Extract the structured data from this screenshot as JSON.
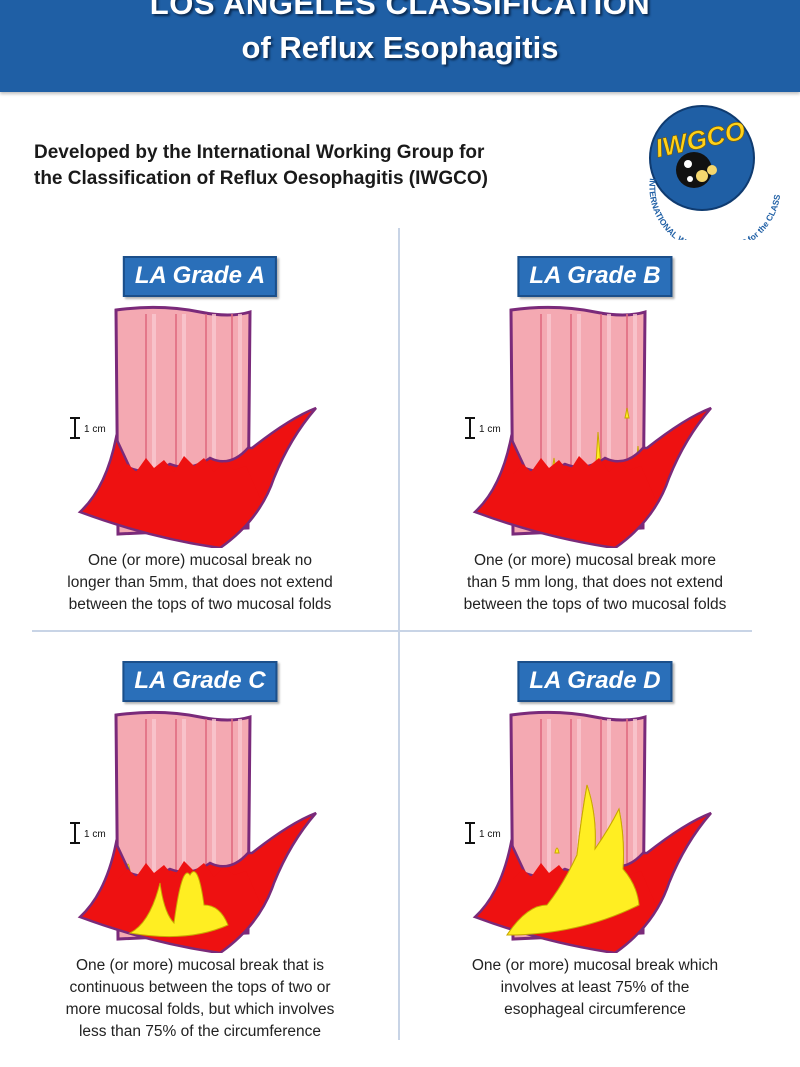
{
  "header": {
    "title_line1": "LOS ANGELES CLASSIFICATION",
    "title_line2": "of Reflux Esophagitis"
  },
  "subtitle": {
    "line1": "Developed by the International Working Group for",
    "line2": "the Classification of Reflux Oesophagitis (IWGCO)"
  },
  "logo": {
    "acronym": "IWGCO",
    "ring_text": "INTERNATIONAL WORKING GROUP for the CLASSIFICATION OF OESOPHAGITIS"
  },
  "scale_label": "1 cm",
  "grades": [
    {
      "badge": "LA Grade A",
      "caption": [
        "One (or more) mucosal break no",
        "longer than 5mm, that does not extend",
        "between the tops of two mucosal folds"
      ],
      "severity": "A"
    },
    {
      "badge": "LA Grade B",
      "caption": [
        "One (or more) mucosal break more",
        "than 5 mm long, that does not extend",
        "between the tops of two mucosal folds"
      ],
      "severity": "B"
    },
    {
      "badge": "LA Grade C",
      "caption": [
        "One (or more) mucosal break that is",
        "continuous between the tops of two or",
        "more mucosal folds, but which involves",
        "less than 75% of the circumference"
      ],
      "severity": "C"
    },
    {
      "badge": "LA Grade D",
      "caption": [
        "One (or more) mucosal break which",
        "involves at least 75% of the",
        "esophageal circumference"
      ],
      "severity": "D"
    }
  ],
  "colors": {
    "header_blue": "#1f5fa5",
    "badge_blue": "#2a6fb9",
    "mucosa_pink": "#f4a9b2",
    "stomach_red": "#ee1111",
    "erosion_yellow": "#ffee22",
    "outline_purple": "#7a2a7a"
  }
}
